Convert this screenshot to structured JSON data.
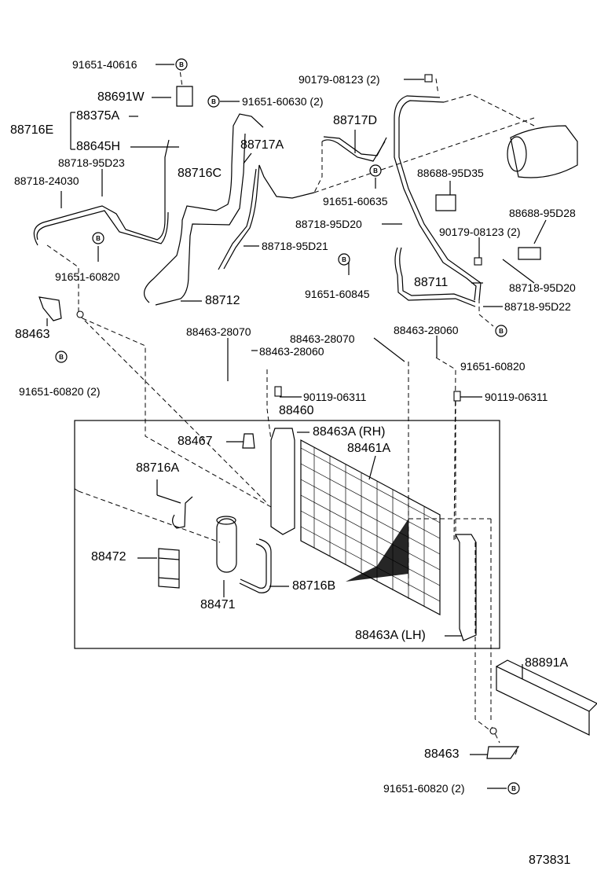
{
  "diagram_id": "873831",
  "bolt_marker": "B",
  "labels": {
    "p91651_40616": "91651-40616",
    "p88691W": "88691W",
    "p88375A": "88375A",
    "p88716E": "88716E",
    "p88645H": "88645H",
    "p88718_95D23": "88718-95D23",
    "p88716C": "88716C",
    "p88718_24030": "88718-24030",
    "p91651_60820_a": "91651-60820",
    "p90179_08123_top": "90179-08123 (2)",
    "p91651_60630": "91651-60630 (2)",
    "p88717D": "88717D",
    "p88717A": "88717A",
    "p88688_95D35": "88688-95D35",
    "p91651_60635": "91651-60635",
    "p88718_95D20_a": "88718-95D20",
    "p88688_95D28": "88688-95D28",
    "p90179_08123_mid": "90179-08123 (2)",
    "p88718_95D21": "88718-95D21",
    "p91651_60845": "91651-60845",
    "p88711": "88711",
    "p88718_95D20_b": "88718-95D20",
    "p88712": "88712",
    "p88718_95D22": "88718-95D22",
    "p88463_left": "88463",
    "p88463_28070_a": "88463-28070",
    "p88463_28070_b": "88463-28070",
    "p88463_28060_a": "88463-28060",
    "p88463_28060_b": "88463-28060",
    "p91651_60820_b": "91651-60820",
    "p91651_60820_2a": "91651-60820 (2)",
    "p90119_06311_a": "90119-06311",
    "p90119_06311_b": "90119-06311",
    "p88460": "88460",
    "p88467": "88467",
    "p88463A_RH": "88463A (RH)",
    "p88461A": "88461A",
    "p88716A": "88716A",
    "p88472": "88472",
    "p88716B": "88716B",
    "p88471": "88471",
    "p88463A_LH": "88463A (LH)",
    "p88891A": "88891A",
    "p88463_bottom": "88463",
    "p91651_60820_2b": "91651-60820 (2)"
  }
}
